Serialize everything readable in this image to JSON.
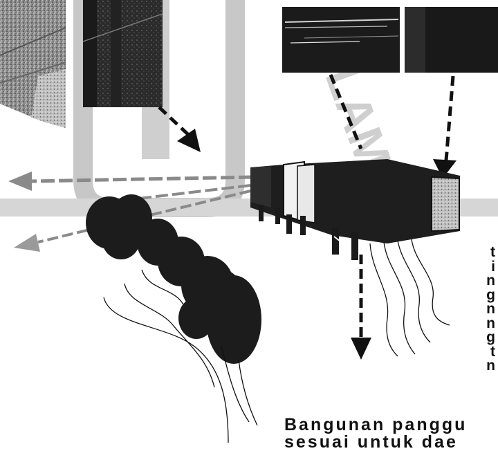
{
  "watermark": {
    "text": "ISLAM",
    "arc_text": "ISLAM",
    "color": "#9a9a9a"
  },
  "edge_letters": [
    "t",
    "i",
    "n",
    "g",
    "n",
    "n",
    "g",
    "t",
    "n"
  ],
  "caption": {
    "line1": "Bangunan panggu",
    "line2": "sesuai untuk dae"
  },
  "colors": {
    "ink": "#111111",
    "arrow_grey": "#8a8a8a",
    "dark_fill": "#1e1e1e"
  }
}
